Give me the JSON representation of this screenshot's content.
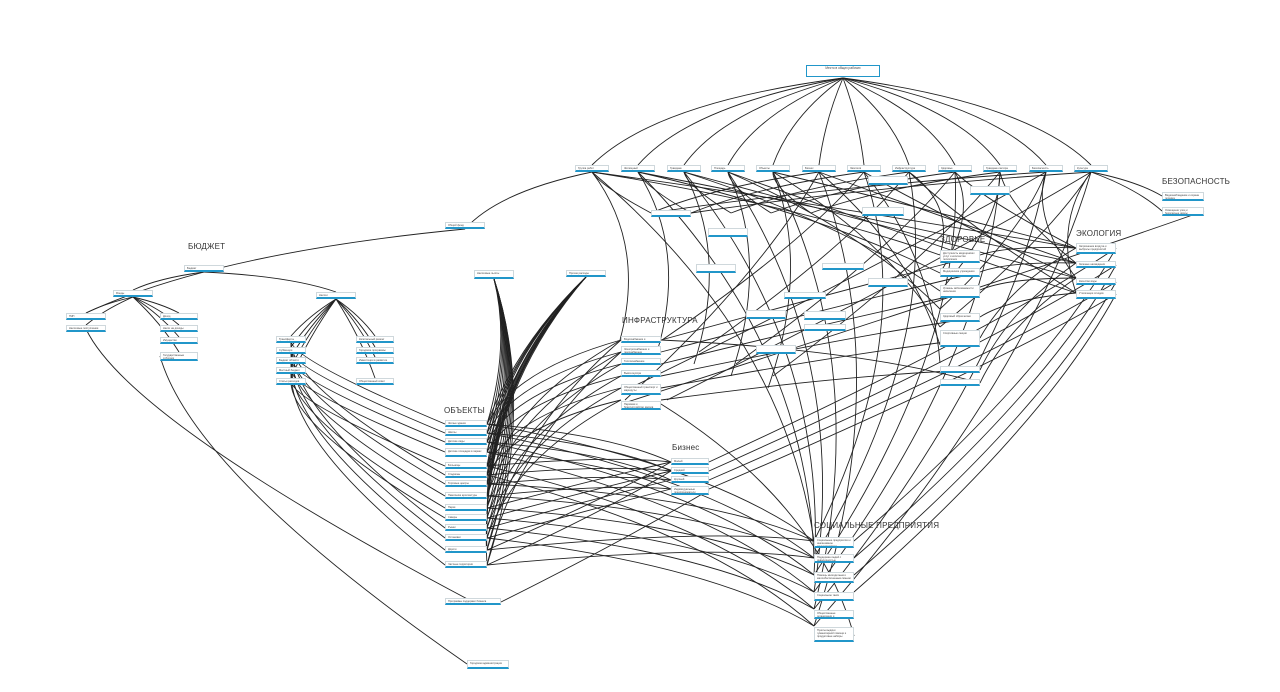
{
  "diagram": {
    "root": "Место в общих рабочих",
    "headings": {
      "budget": "БЮДЖЕТ",
      "infrastructure": "ИНФРАСТРУКТУРА",
      "objects": "ОБЪЕКТЫ",
      "business": "Бизнес",
      "health": "ЗДОРОВЬЕ",
      "ecology": "ЭКОЛОГИЯ",
      "security": "БЕЗОПАСНОСТЬ",
      "social": "СОЦИАЛЬНЫЕ ПРЕДПРИЯТИЯ"
    },
    "top_row": [
      "Группа работ",
      "Жилищный",
      "Граждане",
      "Площадь",
      "Объекты",
      "Бизнес",
      "Экология",
      "Инфраструктура",
      "Здоровье",
      "Граждане сектора",
      "Безопасность",
      "Культура"
    ],
    "budget_nodes": [
      "Бюджет",
      "Фонды",
      "Налоги",
      "Доход",
      "Налог на доходы физических лиц",
      "Имущество",
      "Государственные субсидии",
      "Программы поддержки бизнеса"
    ],
    "budget_left": [
      "ГМП",
      "Налоговые поступления"
    ],
    "budget_right": [
      "Трансферты",
      "Субвенции",
      "Бюджет области",
      "Местный бюджет",
      "Статьи расходов",
      "Капитальный ремонт",
      "Городские программы",
      "Инвестиции в развитие"
    ],
    "objects": [
      "Жилые здания",
      "Школы",
      "Детские сады",
      "Детские площадки в парках",
      "Больницы",
      "Стадионы",
      "Торговые центры",
      "Памятники архитектуры",
      "Парки",
      "Скверы",
      "Рынки",
      "Остановки",
      "Дороги",
      "Частные территории"
    ],
    "infrastructure": [
      "Водоснабжение и канализация",
      "Электроснабжение и газоснабжение",
      "Теплоснабжение",
      "Вывоз мусора",
      "Общественный транспорт и маршруты",
      "Парковки и благоустройство дворов"
    ],
    "business": [
      "Малый",
      "Средний",
      "Крупный",
      "Индивидуальные предприниматели"
    ],
    "health": [
      "Доступность медицинских услуг и количество поликлиник",
      "Медицинские учреждения",
      "Уровень заболеваемости населения",
      "Здоровый образ жизни",
      "Спортивные секции"
    ],
    "ecology": [
      "Загрязнение воздуха и выбросы предприятий",
      "Зеленые насаждения",
      "Качество воды",
      "Утилизация отходов"
    ],
    "security": [
      "Видеонаблюдение и охрана порядка",
      "Освещение улиц и безопасные дворы"
    ],
    "social": [
      "Социальные предприятия и инклюзивное трудоустройство",
      "Поддержка людей с инвалидностью",
      "Помощь многодетным и малообеспеченным семьям",
      "Социальное такси",
      "Общественные организации и волонтерские центры",
      "Пункты выдачи гуманитарной помощи и продуктовые наборы"
    ],
    "misc": [
      "Общий фонд",
      "Налоговые льготы",
      "Прочие расходы",
      "Общественный совет",
      "Городская администрация"
    ]
  }
}
